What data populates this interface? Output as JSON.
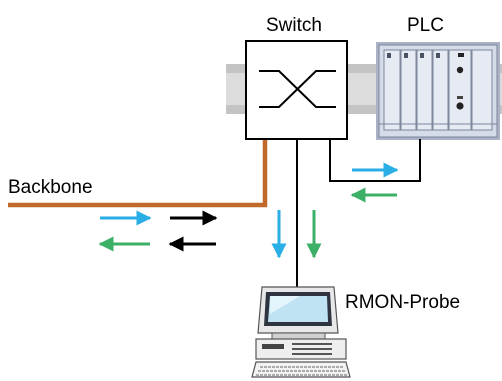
{
  "labels": {
    "switch": "Switch",
    "plc": "PLC",
    "backbone": "Backbone",
    "probe": "RMON-Probe"
  },
  "colors": {
    "rail": "#d7d7d7",
    "rail_dark": "#b9b9b9",
    "backbone_line": "#c0692a",
    "arrow_cyan": "#29aee6",
    "arrow_green": "#3db068",
    "arrow_black": "#000000",
    "plc_body": "#cfd6e6",
    "monitor_screen": "#bfe3f2"
  },
  "icons": [
    "switch-icon",
    "plc-icon",
    "rmon-probe-computer-icon"
  ]
}
